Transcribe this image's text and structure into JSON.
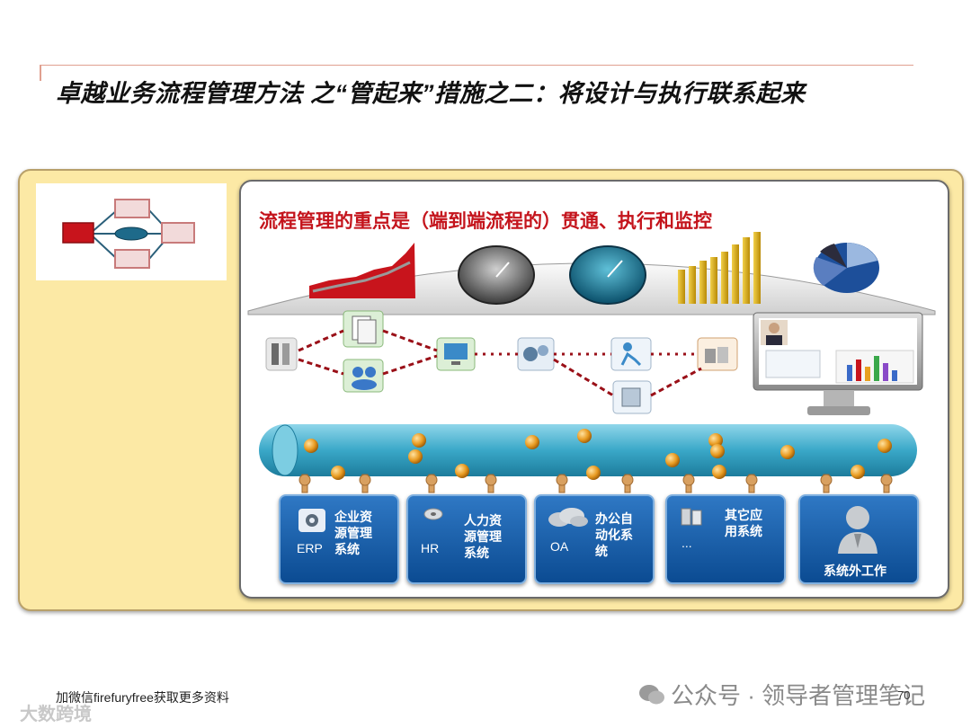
{
  "slide": {
    "title": "卓越业务流程管理方法 之“管起来”措施之二：将设计与执行联系起来",
    "inner_title": "流程管理的重点是（端到端流程的）贯通、执行和监控",
    "page_number": "70"
  },
  "systems": [
    {
      "abbr": "ERP",
      "label_lines": [
        "企业资",
        "源管理",
        "系统"
      ],
      "icon": "gear-icon"
    },
    {
      "abbr": "HR",
      "label_lines": [
        "人力资",
        "源管理",
        "系统"
      ],
      "icon": "disc-icon"
    },
    {
      "abbr": "OA",
      "label_lines": [
        "办公自",
        "动化系",
        "统"
      ],
      "icon": "cloud-icon"
    },
    {
      "abbr": "...",
      "label_lines": [
        "其它应",
        "用系统"
      ],
      "icon": "server-icon"
    },
    {
      "abbr": "",
      "label_lines": [
        "系统外工作"
      ],
      "icon": "person-icon"
    }
  ],
  "footer": {
    "left_text": "加微信firefuryfree获取更多资料",
    "watermark": "公众号 · 领导者管理笔记",
    "corner_watermark": "大数跨境"
  },
  "colors": {
    "accent_red": "#c4141c",
    "panel_yellow": "#fce9a5",
    "system_blue": "#1e63ad",
    "bus_teal": "#3aa8c8"
  }
}
